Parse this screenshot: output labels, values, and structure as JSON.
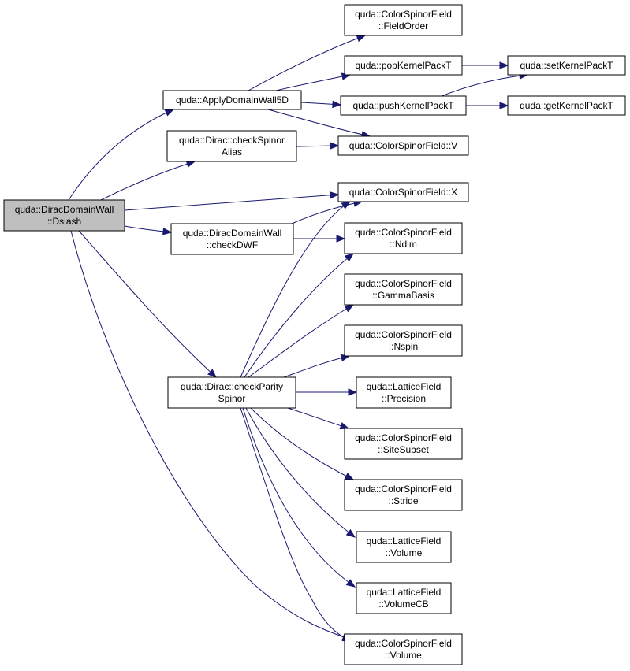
{
  "diagram": {
    "nodes": [
      {
        "id": "root",
        "lines": [
          "quda::DiracDomainWall",
          "::Dslash"
        ],
        "highlight": true
      },
      {
        "id": "applyDW5D",
        "lines": [
          "quda::ApplyDomainWall5D"
        ]
      },
      {
        "id": "checkSpinorAlias",
        "lines": [
          "quda::Dirac::checkSpinor",
          "Alias"
        ]
      },
      {
        "id": "checkDWF",
        "lines": [
          "quda::DiracDomainWall",
          "::checkDWF"
        ]
      },
      {
        "id": "checkParitySpinor",
        "lines": [
          "quda::Dirac::checkParity",
          "Spinor"
        ]
      },
      {
        "id": "fieldOrder",
        "lines": [
          "quda::ColorSpinorField",
          "::FieldOrder"
        ]
      },
      {
        "id": "popKernelPackT",
        "lines": [
          "quda::popKernelPackT"
        ]
      },
      {
        "id": "pushKernelPackT",
        "lines": [
          "quda::pushKernelPackT"
        ]
      },
      {
        "id": "csfV",
        "lines": [
          "quda::ColorSpinorField::V"
        ]
      },
      {
        "id": "csfX",
        "lines": [
          "quda::ColorSpinorField::X"
        ]
      },
      {
        "id": "csfNdim",
        "lines": [
          "quda::ColorSpinorField",
          "::Ndim"
        ]
      },
      {
        "id": "csfGammaBasis",
        "lines": [
          "quda::ColorSpinorField",
          "::GammaBasis"
        ]
      },
      {
        "id": "csfNspin",
        "lines": [
          "quda::ColorSpinorField",
          "::Nspin"
        ]
      },
      {
        "id": "lfPrecision",
        "lines": [
          "quda::LatticeField",
          "::Precision"
        ]
      },
      {
        "id": "csfSiteSubset",
        "lines": [
          "quda::ColorSpinorField",
          "::SiteSubset"
        ]
      },
      {
        "id": "csfStride",
        "lines": [
          "quda::ColorSpinorField",
          "::Stride"
        ]
      },
      {
        "id": "lfVolume",
        "lines": [
          "quda::LatticeField",
          "::Volume"
        ]
      },
      {
        "id": "lfVolumeCB",
        "lines": [
          "quda::LatticeField",
          "::VolumeCB"
        ]
      },
      {
        "id": "csfVolume",
        "lines": [
          "quda::ColorSpinorField",
          "::Volume"
        ]
      },
      {
        "id": "setKernelPackT",
        "lines": [
          "quda::setKernelPackT"
        ]
      },
      {
        "id": "getKernelPackT",
        "lines": [
          "quda::getKernelPackT"
        ]
      }
    ],
    "edges": [
      {
        "from": "root",
        "to": "applyDW5D"
      },
      {
        "from": "root",
        "to": "checkSpinorAlias"
      },
      {
        "from": "root",
        "to": "csfX"
      },
      {
        "from": "root",
        "to": "checkDWF"
      },
      {
        "from": "root",
        "to": "checkParitySpinor"
      },
      {
        "from": "root",
        "to": "csfVolume"
      },
      {
        "from": "applyDW5D",
        "to": "fieldOrder"
      },
      {
        "from": "applyDW5D",
        "to": "popKernelPackT"
      },
      {
        "from": "applyDW5D",
        "to": "pushKernelPackT"
      },
      {
        "from": "applyDW5D",
        "to": "csfV"
      },
      {
        "from": "popKernelPackT",
        "to": "setKernelPackT"
      },
      {
        "from": "pushKernelPackT",
        "to": "setKernelPackT"
      },
      {
        "from": "pushKernelPackT",
        "to": "getKernelPackT"
      },
      {
        "from": "checkSpinorAlias",
        "to": "csfV"
      },
      {
        "from": "checkDWF",
        "to": "csfX"
      },
      {
        "from": "checkDWF",
        "to": "csfNdim"
      },
      {
        "from": "checkParitySpinor",
        "to": "csfX"
      },
      {
        "from": "checkParitySpinor",
        "to": "csfNdim"
      },
      {
        "from": "checkParitySpinor",
        "to": "csfGammaBasis"
      },
      {
        "from": "checkParitySpinor",
        "to": "csfNspin"
      },
      {
        "from": "checkParitySpinor",
        "to": "lfPrecision"
      },
      {
        "from": "checkParitySpinor",
        "to": "csfSiteSubset"
      },
      {
        "from": "checkParitySpinor",
        "to": "csfStride"
      },
      {
        "from": "checkParitySpinor",
        "to": "lfVolume"
      },
      {
        "from": "checkParitySpinor",
        "to": "lfVolumeCB"
      },
      {
        "from": "checkParitySpinor",
        "to": "csfVolume"
      }
    ]
  }
}
